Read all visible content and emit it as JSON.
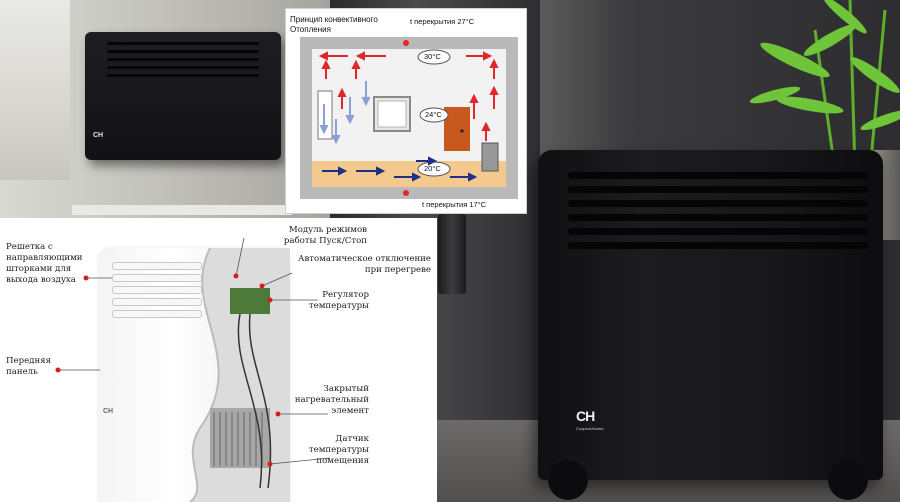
{
  "diagram": {
    "title_line1": "Принцип конвективного",
    "title_line2": "Отопления",
    "ceiling_top": "t перекрытия 27°С",
    "ceiling_bottom": "t перекрытия 17°С",
    "temp_top": "30°С",
    "temp_mid": "24°С",
    "temp_bottom": "20°С"
  },
  "callouts": {
    "grille_line1": "Решетка с",
    "grille_line2": "направляющими",
    "grille_line3": "шторками для",
    "grille_line4": "выхода воздуха",
    "front_line1": "Передняя",
    "front_line2": "панель",
    "module_line1": "Модуль режимов",
    "module_line2": "работы Пуск/Стоп",
    "overheat_line1": "Автоматическое отключение",
    "overheat_line2": "при перегреве",
    "regulator_line1": "Регулятор",
    "regulator_line2": "температуры",
    "heating_line1": "Закрытый",
    "heating_line2": "нагревательный",
    "heating_line3": "элемент",
    "sensor_line1": "Датчик",
    "sensor_line2": "температуры",
    "sensor_line3": "помещения"
  },
  "heater_big": {
    "logo": "CH",
    "logo_sub": "Cooper&Hunter"
  },
  "heater_wall": {
    "logo": "CH"
  },
  "cutaway": {
    "logo": "CH"
  },
  "colors": {
    "warm_arrow": "#e0262a",
    "cool_arrow": "#8da0d6",
    "floor_arrow": "#1e2f8a",
    "door": "#c8581e",
    "room_floor": "#f4c98d",
    "wall_border": "#a9a9a9",
    "callout_dot": "#d41f1f"
  }
}
